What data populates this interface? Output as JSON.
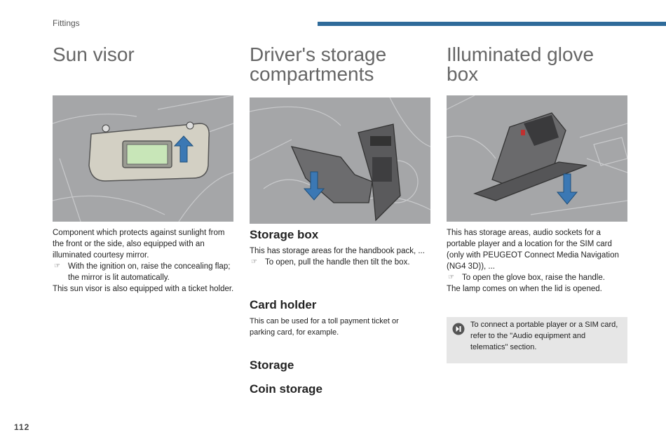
{
  "header": {
    "section": "Fittings"
  },
  "columns": {
    "sun_visor": {
      "title": "Sun visor",
      "intro": "Component which protects against sunlight from the front or the side, also equipped with an illuminated courtesy mirror.",
      "bullet": "With the ignition on, raise the concealing flap; the mirror is lit automatically.",
      "extra": "This sun visor is also equipped with a ticket holder."
    },
    "driver_storage": {
      "title_line1": "Driver's storage",
      "title_line2": "compartments",
      "storage_box_heading": "Storage box",
      "storage_box_text": "This has storage areas for the handbook pack, ...",
      "storage_box_bullet": "To open, pull the handle then tilt the box.",
      "card_holder_heading": "Card holder",
      "card_holder_text": "This can be used for a toll payment ticket or parking card, for example.",
      "storage_heading": "Storage",
      "coin_storage_heading": "Coin storage"
    },
    "glove_box": {
      "title_line1": "Illuminated glove",
      "title_line2": "box",
      "intro": "This has storage areas, audio sockets for a portable player and a location for the SIM card (only with PEUGEOT Connect Media Navigation (NG4 3D)), ...",
      "bullet": "To open the glove box, raise the handle.",
      "extra": "The lamp comes on when the lid is opened.",
      "note": "To connect a portable player or a SIM card, refer to the \"Audio equipment and telematics\" section."
    }
  },
  "bullet_glyph": "☞",
  "footer": {
    "page_number": "112"
  },
  "colors": {
    "accent_bar": "#2f6b9a",
    "figure_bg": "#a5a6a8",
    "arrow_blue": "#3b78b4",
    "note_bg": "#e6e6e6"
  }
}
